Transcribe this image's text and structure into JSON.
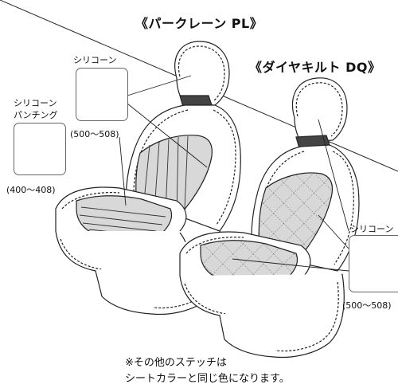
{
  "title_left": "《パークレーン PL》",
  "title_right": "《ダイヤキルト DQ》",
  "swatch_silicone_pl": {
    "label": "シリコーン",
    "code": "(500〜508)"
  },
  "swatch_punching": {
    "label_line1": "シリコーン",
    "label_line2": "パンチング",
    "code": "(400〜408)"
  },
  "swatch_silicone_dq": {
    "label": "シリコーン",
    "code": "(500〜508)"
  },
  "footnote_line1": "※その他のステッチは",
  "footnote_line2": "シートカラーと同じ色になります。"
}
